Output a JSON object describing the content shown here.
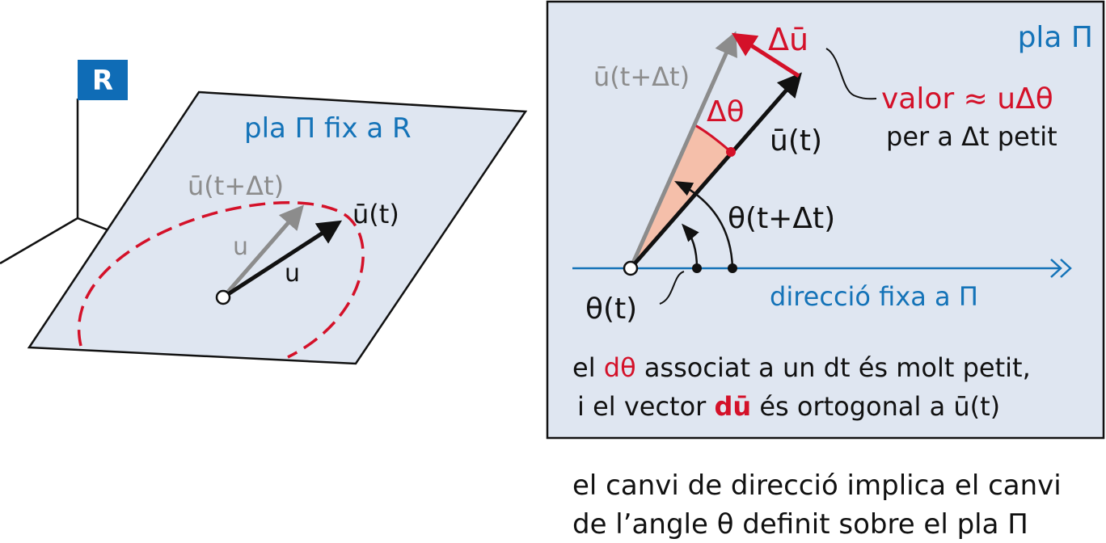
{
  "colors": {
    "plane_fill": "#dfe6f1",
    "frame_badge": "#0f6cb6",
    "blue_text": "#1473b8",
    "red": "#d41129",
    "gray": "#8c8c8c",
    "wedge": "#f5bfaa",
    "black": "#111111"
  },
  "left": {
    "frame_label": "R",
    "plane_label": "pla Π fix a R",
    "vec_new_label": "ū(t+Δt)",
    "vec_new_mag": "u",
    "vec_cur_label": "ū(t)",
    "vec_cur_mag": "u"
  },
  "right": {
    "plane_label": "pla Π",
    "delta_u_label": "Δū",
    "vec_new_label": "ū(t+Δt)",
    "vec_cur_label": "ū(t)",
    "delta_theta_label": "Δθ",
    "theta_new_label": "θ(t+Δt)",
    "theta_label": "θ(t)",
    "fixed_dir_label": "direcció fixa a Π",
    "value_label": "valor ≈ uΔθ",
    "small_dt_label": "per a Δt petit",
    "note": {
      "l1_a": "el ",
      "l1_red": "dθ",
      "l1_b": " associat a un dt és molt petit,",
      "l2_a": "i el vector ",
      "l2_red": "dū",
      "l2_b": " és ortogonal a ū(t)"
    }
  },
  "caption": {
    "line1": "el canvi de direcció implica el canvi",
    "line2": "de l’angle θ definit sobre el pla Π"
  }
}
